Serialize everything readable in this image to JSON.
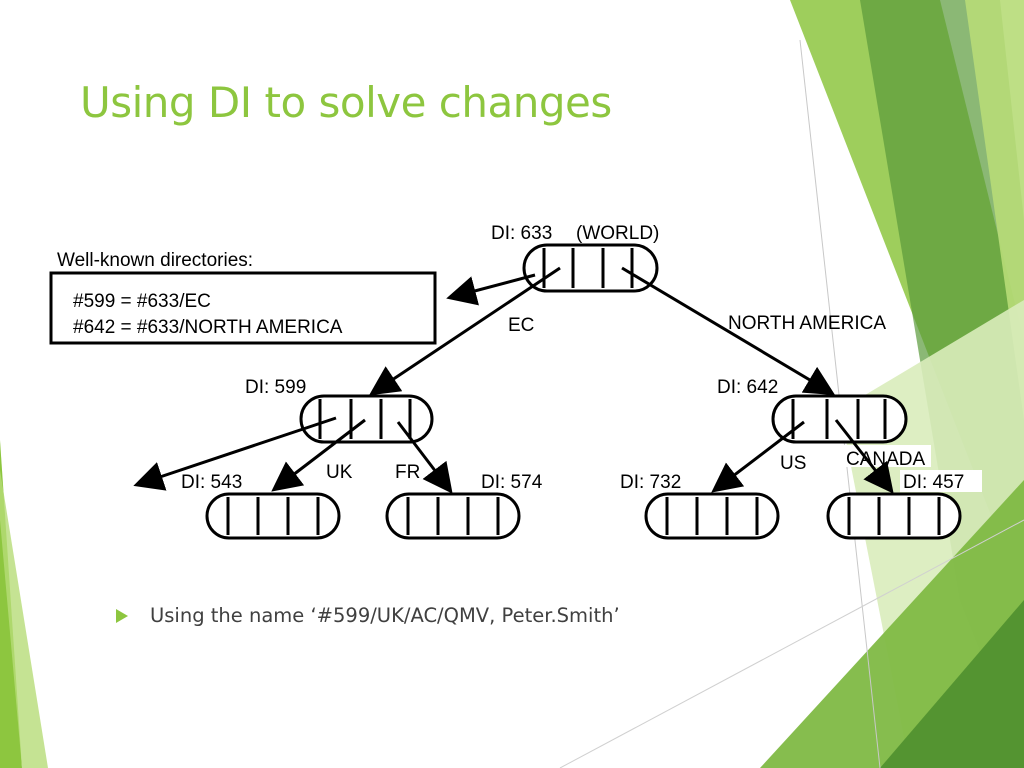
{
  "slide": {
    "title": "Using DI to solve changes",
    "bullet": "Using the name ‘#599/UK/AC/QMV, Peter.Smith’"
  },
  "well_known": {
    "heading": "Well-known directories:",
    "lines": [
      "#599 = #633/EC",
      "#642 = #633/NORTH AMERICA"
    ]
  },
  "nodes": {
    "world": "DI: 633",
    "world_name": "(WORLD)",
    "n599": "DI: 599",
    "n642": "DI: 642",
    "n543": "DI: 543",
    "n574": "DI: 574",
    "n732": "DI: 732",
    "n457": "DI: 457"
  },
  "edges": {
    "ec": "EC",
    "north_america": "NORTH AMERICA",
    "uk": "UK",
    "fr": "FR",
    "us": "US",
    "canada": "CANADA"
  },
  "colors": {
    "accent": "#8dc63f",
    "text": "#404040"
  }
}
